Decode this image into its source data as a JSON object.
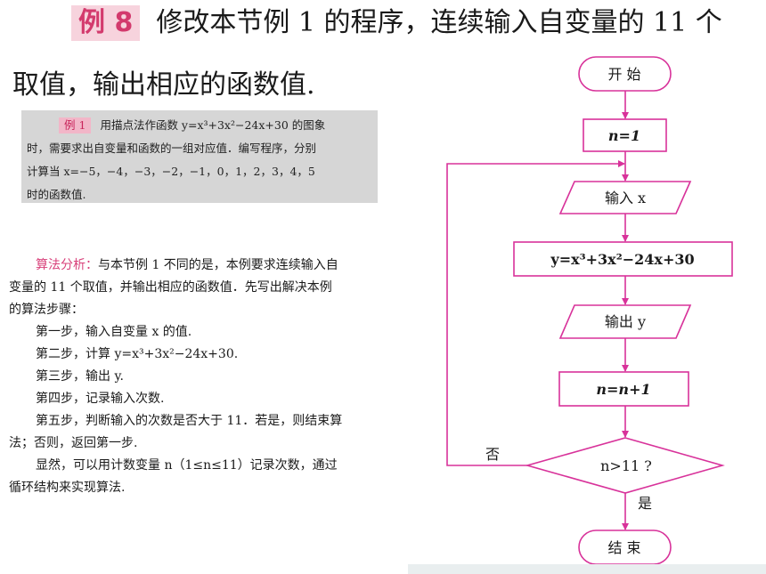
{
  "heading": {
    "tag": "例 8",
    "line1": "修改本节例 1 的程序，连续输入自变量的 11 个",
    "line2": "取值，输出相应的函数值."
  },
  "reference": {
    "tag": "例 1",
    "line1": "用描点法作函数 y=x³+3x²−24x+30 的图象",
    "line2": "时，需要求出自变量和函数的一组对应值．编写程序，分别",
    "line3": "计算当 x=−5，−4，−3，−2，−1，0，1，2，3，4，5",
    "line4": "时的函数值."
  },
  "analysis": {
    "head": "算法分析：",
    "p1_rest": "与本节例 1 不同的是，本例要求连续输入自",
    "p1_line2": "变量的 11 个取值，并输出相应的函数值．先写出解决本例",
    "p1_line3": "的算法步骤：",
    "step1": "第一步，输入自变量 x 的值.",
    "step2": "第二步，计算 y=x³+3x²−24x+30.",
    "step3": "第三步，输出 y.",
    "step4": "第四步，记录输入次数.",
    "step5a": "第五步，判断输入的次数是否大于 11．若是，则结束算",
    "step5b": "法；否则，返回第一步.",
    "concl_a": "显然，可以用计数变量 n（1≤n≤11）记录次数，通过",
    "concl_b": "循环结构来实现算法."
  },
  "flowchart": {
    "start": "开 始",
    "init": "n=1",
    "input": "输入 x",
    "compute": "y=x³+3x²−24x+30",
    "output": "输出 y",
    "increment": "n=n+1",
    "decision": "n>11 ?",
    "no_label": "否",
    "yes_label": "是",
    "end": "结 束"
  },
  "colors": {
    "flow_stroke": "#d8329a",
    "tag_text": "#d33a6d",
    "tag_bg": "#f7d3dd"
  }
}
